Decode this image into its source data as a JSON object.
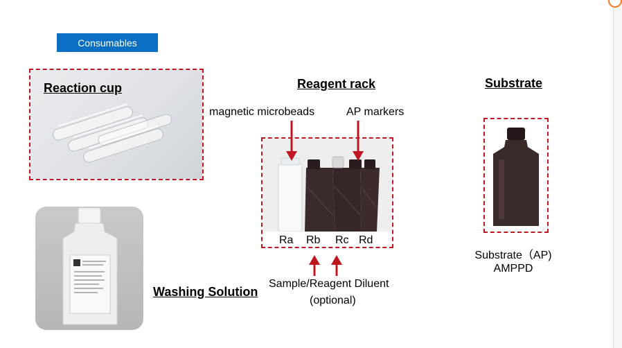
{
  "header": {
    "tag": "Consumables"
  },
  "reaction_cup": {
    "title": "Reaction cup"
  },
  "washing": {
    "title": "Washing Solution"
  },
  "rack": {
    "title": "Reagent rack",
    "callout_left": "magnetic microbeads",
    "callout_right": "AP markers",
    "slots": [
      "Ra",
      "Rb",
      "Rc",
      "Rd"
    ],
    "diluent": "Sample/Reagent Diluent",
    "optional": "(optional)"
  },
  "substrate": {
    "title": "Substrate",
    "line1": "Substrate（AP)",
    "line2": "AMPPD"
  },
  "colors": {
    "accent_blue": "#0a6fc2",
    "dash_red": "#c0161f",
    "bottle_brown": "#3b2a2a"
  }
}
